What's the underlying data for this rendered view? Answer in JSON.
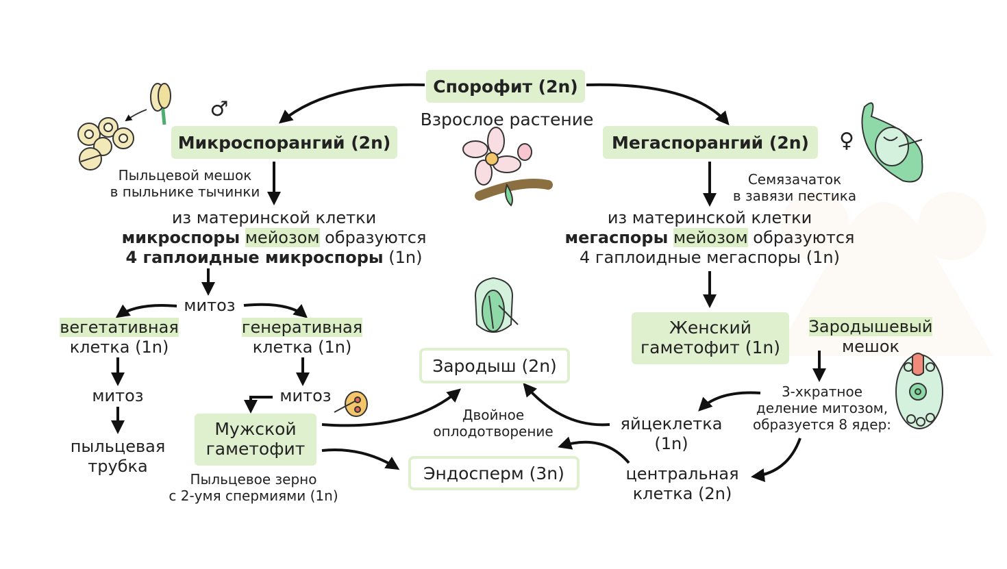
{
  "sporophyte": {
    "label": "Спорофит (2n)",
    "caption": "Взрослое растение"
  },
  "male_symbol": "♂",
  "female_symbol": "♀",
  "microsporangium": {
    "label": "Микроспорангий (2n)",
    "caption_line1": "Пыльцевой мешок",
    "caption_line2": "в пыльнике тычинки"
  },
  "megasporangium": {
    "label": "Мегаспорангий (2n)",
    "caption_line1": "Семязачаток",
    "caption_line2": "в завязи пестика"
  },
  "micro_meiosis": {
    "line1": "из материнской клетки",
    "line2_bold": "микроспоры",
    "line2_hl": "мейозом",
    "line2_rest": "образуются",
    "line3_bold": "4 гаплоидные микроспоры",
    "line3_rest": "(1n)"
  },
  "mega_meiosis": {
    "line1": "из материнской клетки",
    "line2_bold": "мегаспоры",
    "line2_hl": "мейозом",
    "line2_rest": "образуются",
    "line3": "4 гаплоидные мегаспоры (1n)"
  },
  "mitosis_label": "митоз",
  "vegetative": {
    "hl": "вегетативная",
    "line2": "клетка (1n)"
  },
  "generative": {
    "hl": "генеративная",
    "line2": "клетка (1n)"
  },
  "vegetative_mitosis": "митоз",
  "generative_mitosis": "митоз",
  "pollen_tube": {
    "line1": "пыльцевая",
    "line2": "трубка"
  },
  "male_gametophyte": {
    "line1": "Мужской",
    "line2": "гаметофит",
    "caption_line1": "Пыльцевое зерно",
    "caption_line2": "с 2-умя спермиями (1n)"
  },
  "embryo": "Зародыш (2n)",
  "endosperm": "Эндосперм (3n)",
  "double_fertilization": {
    "line1": "Двойное",
    "line2": "оплодотворение"
  },
  "female_gametophyte": {
    "line1": "Женский",
    "line2": "гаметофит (1n)"
  },
  "embryo_sac": {
    "line1": "Зародышевый",
    "line2": "мешок"
  },
  "triple_mitosis": {
    "line1": "3-хкратное",
    "line2": "деление митозом,",
    "line3": "образуется 8 ядер:"
  },
  "egg_cell": {
    "line1": "яйцеклетка",
    "line2": "(1n)"
  },
  "central_cell": {
    "line1": "центральная",
    "line2": "клетка (2n)"
  },
  "colors": {
    "box_fill": "#dff0cf",
    "highlight": "#dcefc6",
    "arrow": "#111111",
    "cream": "#f3e8b8",
    "green": "#6fcf8e",
    "pink": "#f08a7a"
  }
}
